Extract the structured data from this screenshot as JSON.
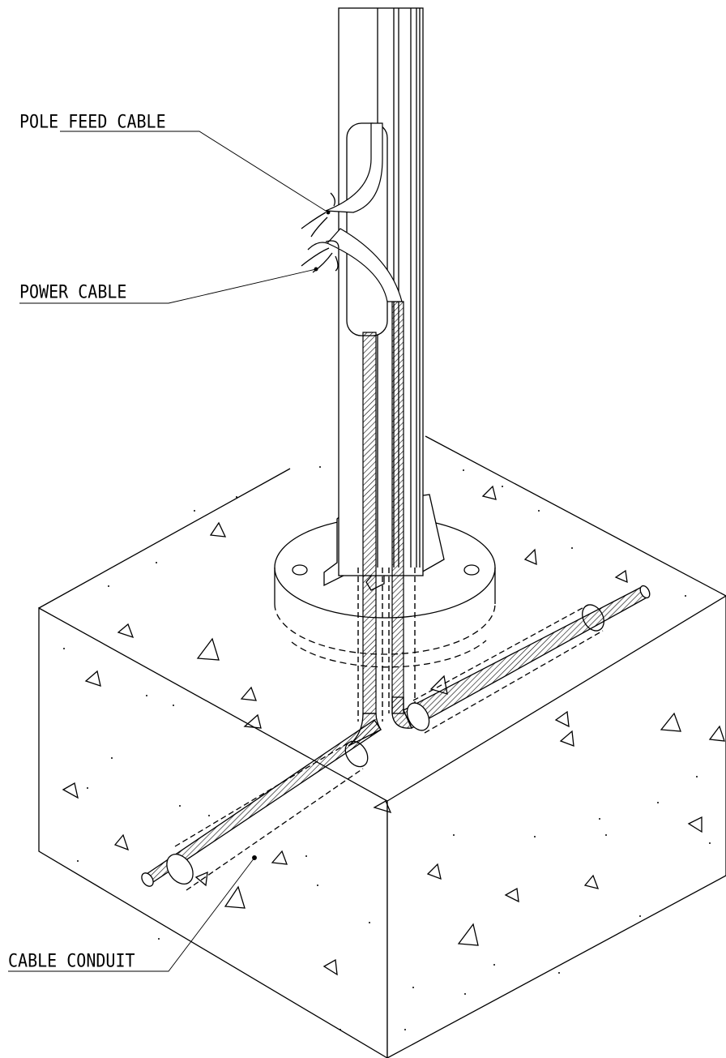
{
  "labels": {
    "pole_feed_cable": "POLE FEED CABLE",
    "power_cable": "POWER CABLE",
    "cable_conduit": "CABLE CONDUIT"
  },
  "colors": {
    "line": "#000000",
    "background": "#ffffff"
  }
}
